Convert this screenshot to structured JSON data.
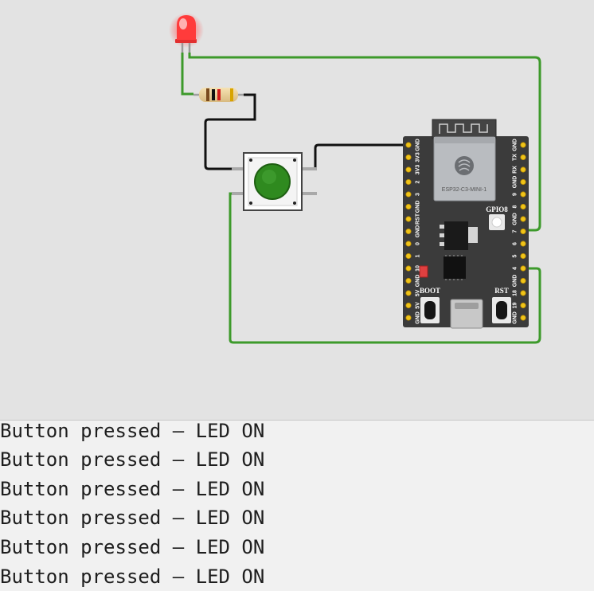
{
  "board": {
    "module_label": "ESP32-C3-MINI-1",
    "gpio8_label": "GPIO8",
    "boot_label": "BOOT",
    "rst_label": "RST",
    "left_pins": [
      "GND",
      "3V3",
      "3V3",
      "2",
      "3",
      "GND",
      "RST",
      "GND",
      "0",
      "1",
      "10",
      "GND",
      "5V",
      "5V",
      "GND"
    ],
    "right_pins": [
      "GND",
      "TX",
      "RX",
      "GND",
      "9",
      "8",
      "GND",
      "7",
      "6",
      "5",
      "4",
      "GND",
      "18",
      "19",
      "GND"
    ]
  },
  "console": {
    "lines": [
      "Button pressed – LED ON",
      "Button pressed – LED ON",
      "Button pressed – LED ON",
      "Button pressed – LED ON",
      "Button pressed – LED ON",
      "Button pressed – LED ON"
    ]
  },
  "colors": {
    "wire_green": "#3d9a2b",
    "wire_black": "#111111",
    "board": "#3b3b3b",
    "led": "#ff3b3b",
    "button_cap": "#2f8a1f"
  }
}
